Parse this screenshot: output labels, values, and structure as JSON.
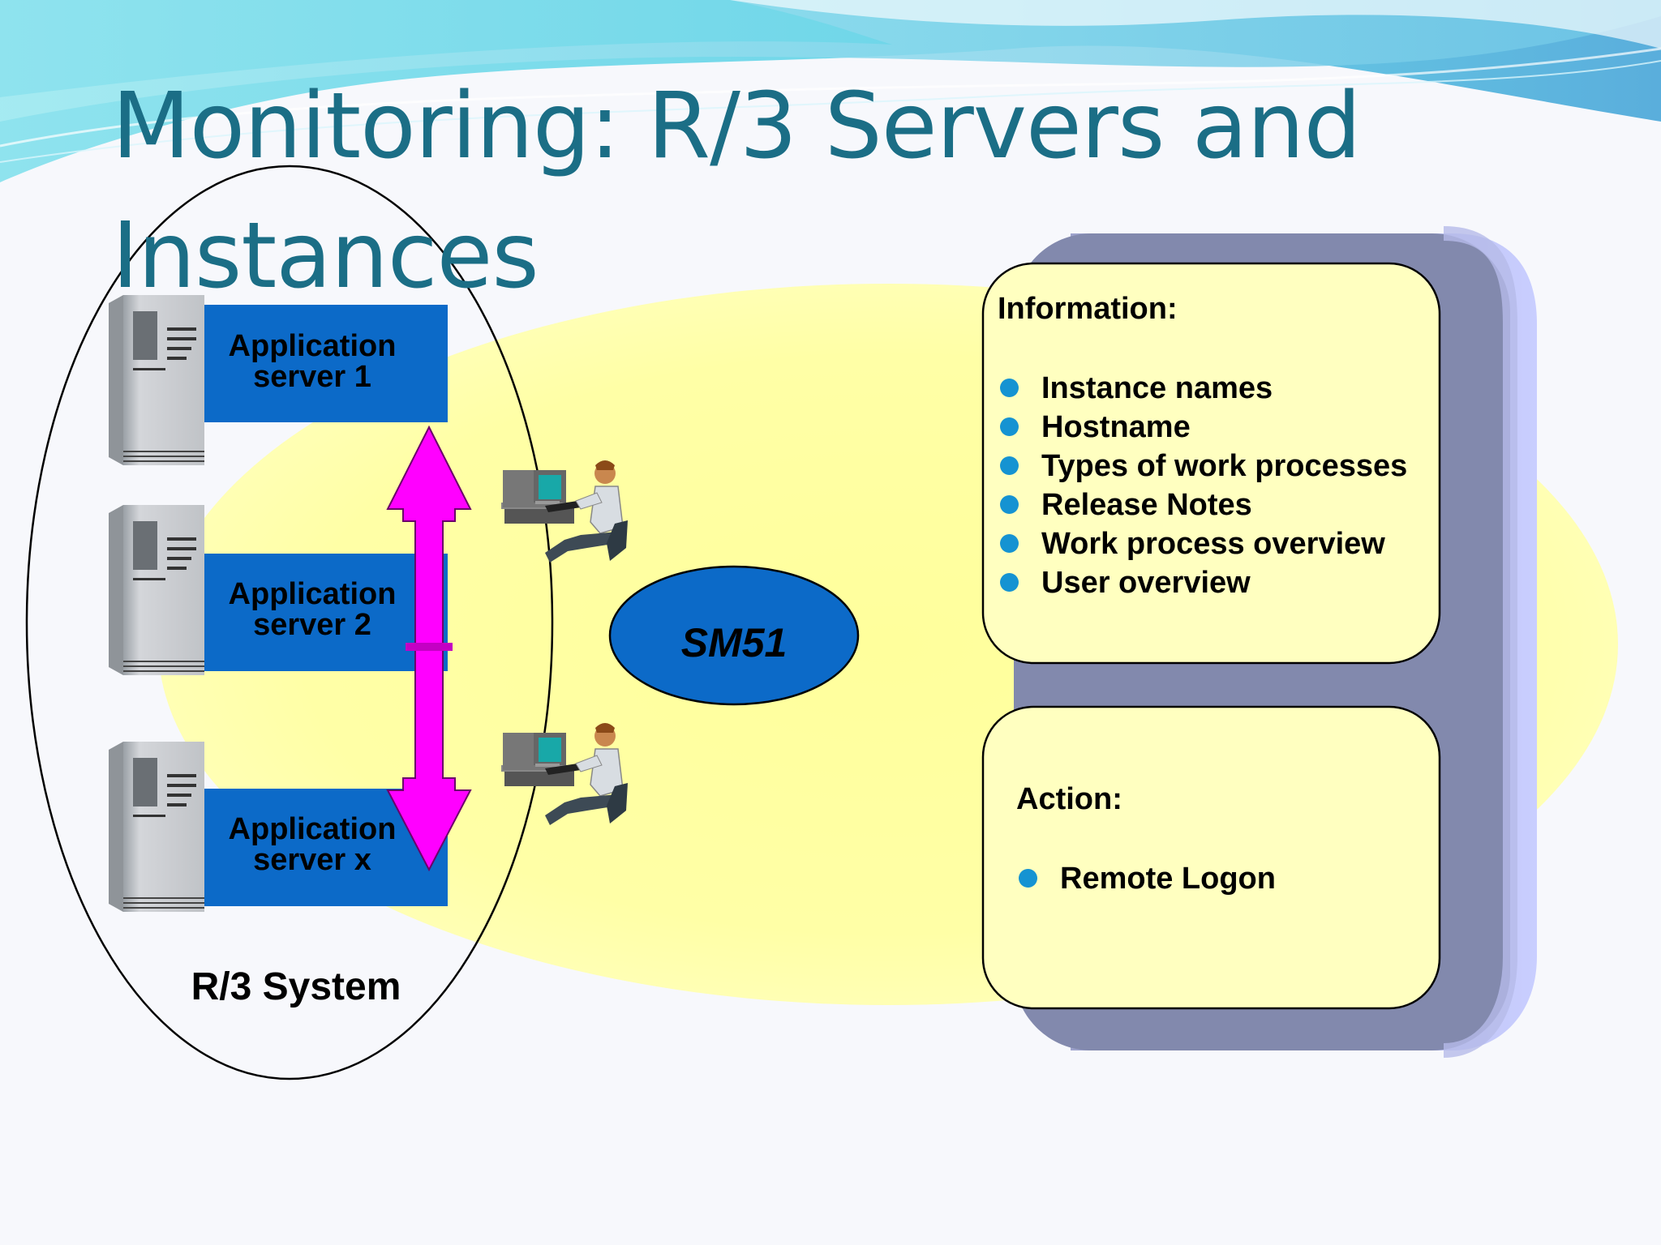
{
  "slide": {
    "title": "Monitoring: R/3 Servers and Instances",
    "colors": {
      "title": "#1b6e86",
      "server_block": "#0c6ac8",
      "arrow": "#ff00ff",
      "bullet": "#1593d2",
      "panel_back": "#8289ad",
      "panel_box": "#ffffc0",
      "halo": "#ffff9f"
    }
  },
  "diagram": {
    "servers": [
      {
        "line1": "Application",
        "line2": "server 1"
      },
      {
        "line1": "Application",
        "line2": "server 2"
      },
      {
        "line1": "Application",
        "line2": "server x"
      }
    ],
    "system_label": "R/3 System",
    "transaction": "SM51",
    "icons": [
      "server-tower-icon",
      "double-arrow-icon",
      "user-workstation-icon"
    ]
  },
  "information": {
    "heading": "Information:",
    "items": [
      "Instance names",
      "Hostname",
      "Types of work processes",
      "Release Notes",
      "Work process overview",
      "User overview"
    ]
  },
  "action": {
    "heading": "Action:",
    "items": [
      "Remote Logon"
    ]
  }
}
